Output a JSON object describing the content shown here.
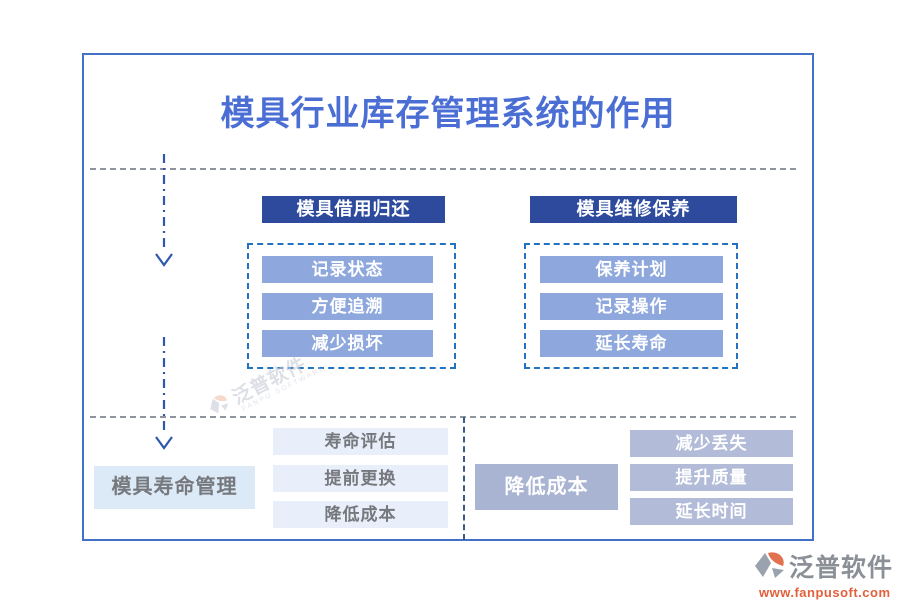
{
  "title": "模具行业库存管理系统的作用",
  "flow": {
    "top_sections": [
      {
        "header": "模具借用归还",
        "items": [
          "记录状态",
          "方便追溯",
          "减少损坏"
        ]
      },
      {
        "header": "模具维修保养",
        "items": [
          "保养计划",
          "记录操作",
          "延长寿命"
        ]
      }
    ],
    "bottom_left": {
      "header": "模具寿命管理",
      "items": [
        "寿命评估",
        "提前更换",
        "降低成本"
      ]
    },
    "bottom_right": {
      "header": "降低成本",
      "items": [
        "减少丢失",
        "提升质量",
        "延长时间"
      ]
    }
  },
  "watermark": {
    "brand": "泛普软件",
    "subtitle": "FANPU SOFTWARE"
  },
  "footer": {
    "brand": "泛普软件",
    "url": "www.fanpusoft.com"
  },
  "icons": [
    "down-arrow-icon",
    "fanpu-logo-icon"
  ],
  "colors": {
    "frame_border": "#4272c8",
    "title_text": "#4a6ed4",
    "section_header_bg": "#2d4a9d",
    "section_item_bg": "#8ea8de",
    "dashed_box_border": "#2173c2",
    "gray_divider": "#8f959e",
    "arrow_blue": "#2f57ac",
    "bottom_divider": "#3c5a88",
    "life_label_bg": "#dce9f7",
    "life_item_bg": "#e9effa",
    "life_text": "#75787c",
    "cost_main_bg": "#a9b3d2",
    "cost_item_bg": "#b2bbd8",
    "footer_brand_text": "#8b9097",
    "footer_url_text": "#e2603c"
  }
}
